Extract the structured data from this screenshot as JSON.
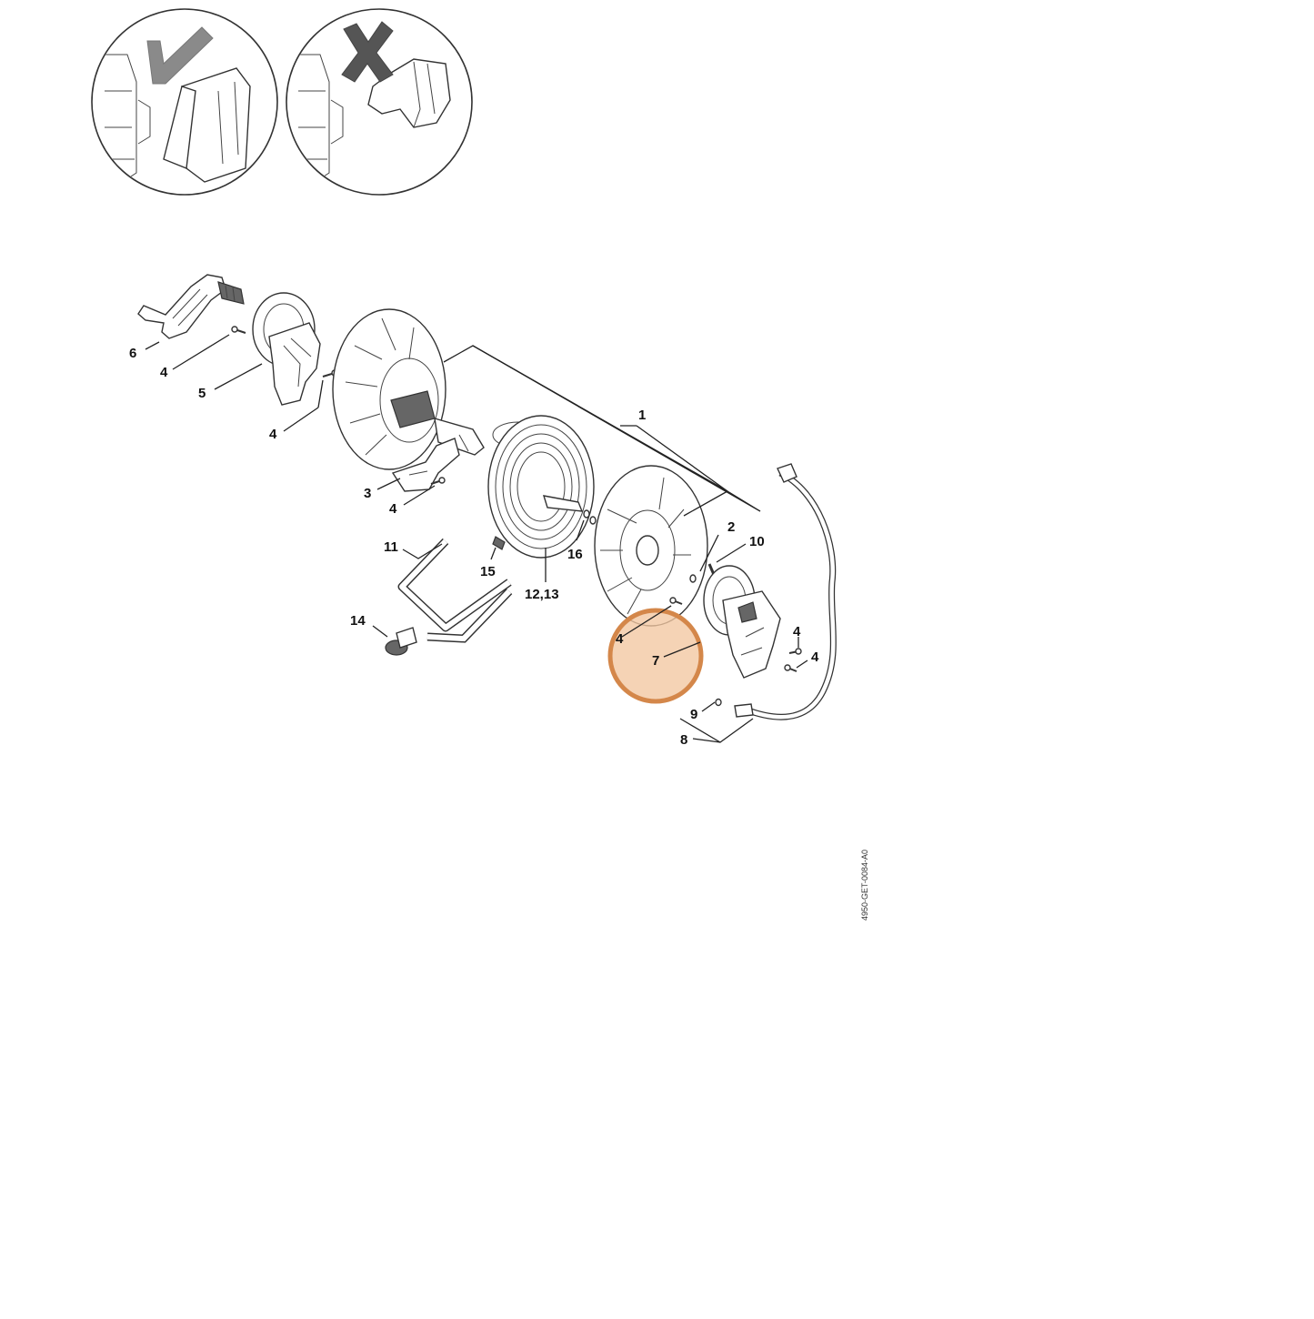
{
  "diagram": {
    "document_id": "4950-GET-0084-A0",
    "highlight_color": "#d4874a",
    "highlight_fill": "#f2c7a0",
    "hint_panels": [
      {
        "icon": "check-mark-icon",
        "meaning": "correct"
      },
      {
        "icon": "cross-mark-icon",
        "meaning": "incorrect"
      }
    ],
    "callouts": {
      "c1": "1",
      "c2": "2",
      "c3": "3",
      "c4a": "4",
      "c4b": "4",
      "c4c": "4",
      "c4d": "4",
      "c4e": "4",
      "c4f": "4",
      "c5": "5",
      "c6": "6",
      "c7": "7",
      "c8": "8",
      "c9": "9",
      "c10": "10",
      "c11": "11",
      "c12_13": "12,13",
      "c14": "14",
      "c15": "15",
      "c16": "16"
    }
  }
}
